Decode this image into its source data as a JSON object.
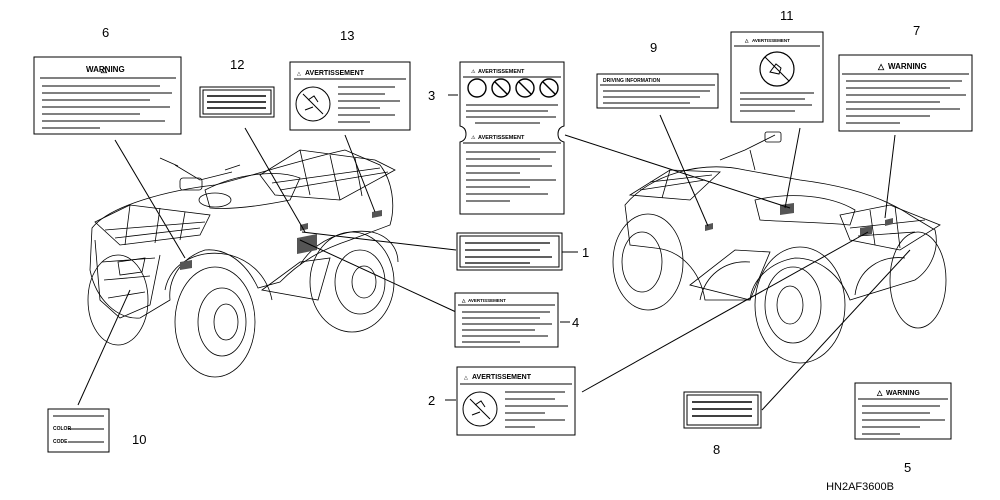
{
  "callouts": [
    "1",
    "2",
    "3",
    "4",
    "5",
    "6",
    "7",
    "8",
    "9",
    "10",
    "11",
    "12",
    "13"
  ],
  "labels": {
    "warning": "WARNING",
    "avertissement": "AVERTISSEMENT",
    "avertissement_plain": "AVERTISSEMENT",
    "avertissement_ligature": "AVERTISSEMENT",
    "driving": "DRIVING INFORMATION",
    "color": "COLOR",
    "code": "CODE"
  },
  "code": "HN2AF3600B"
}
